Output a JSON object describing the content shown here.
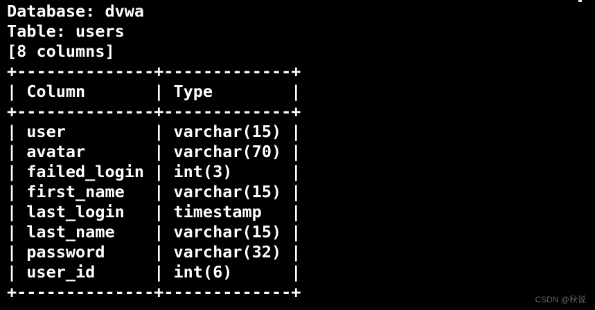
{
  "terminal": {
    "info": {
      "database": {
        "label": "Database:",
        "value": "dvwa"
      },
      "table": {
        "label": "Table:",
        "value": "users"
      },
      "columns_count": "[8 columns]"
    },
    "ascii": {
      "border": "+--------------+-------------+",
      "pipe": "|"
    },
    "columns_table": {
      "header": {
        "column": "Column",
        "type": "Type"
      },
      "rows": [
        {
          "column": "user",
          "type": "varchar(15)"
        },
        {
          "column": "avatar",
          "type": "varchar(70)"
        },
        {
          "column": "failed_login",
          "type": "int(3)"
        },
        {
          "column": "first_name",
          "type": "varchar(15)"
        },
        {
          "column": "last_login",
          "type": "timestamp"
        },
        {
          "column": "last_name",
          "type": "varchar(15)"
        },
        {
          "column": "password",
          "type": "varchar(32)"
        },
        {
          "column": "user_id",
          "type": "int(6)"
        }
      ]
    },
    "colors": {
      "background": "#000000",
      "foreground": "#ffffff"
    }
  },
  "watermark": {
    "text": "CSDN @秋说",
    "color": "#636363"
  }
}
